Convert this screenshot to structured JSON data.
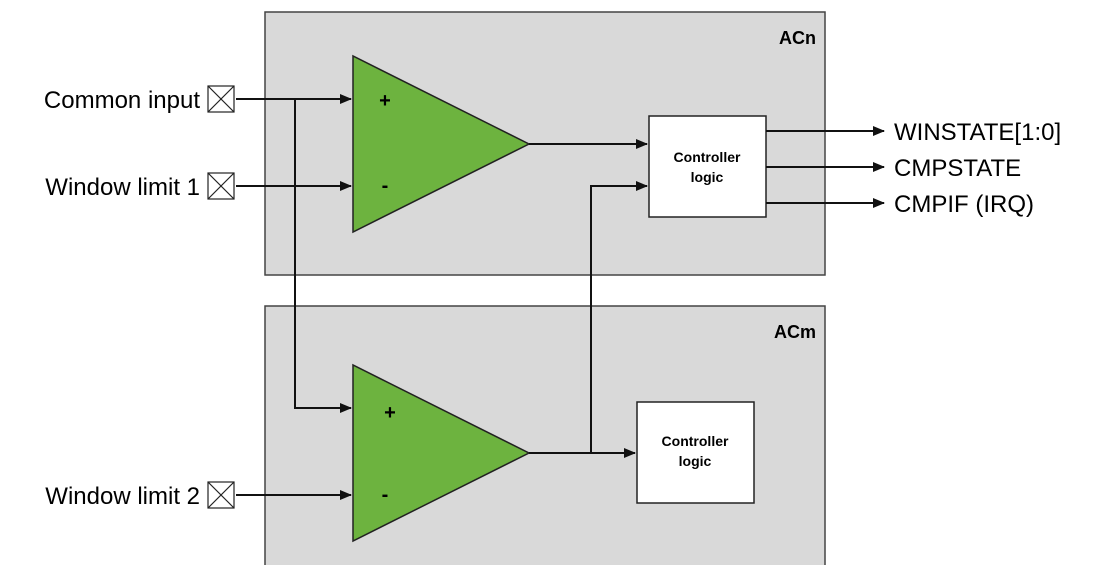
{
  "blocks": {
    "top": {
      "label": "ACn",
      "controller": [
        "Controller",
        "logic"
      ]
    },
    "bottom": {
      "label": "ACm",
      "controller": [
        "Controller",
        "logic"
      ]
    }
  },
  "inputs": {
    "common": "Common input",
    "limit1": "Window limit 1",
    "limit2": "Window limit 2"
  },
  "outputs": {
    "winstate": "WINSTATE[1:0]",
    "cmpstate": "CMPSTATE",
    "cmpif": "CMPIF (IRQ)"
  },
  "signs": {
    "plus": "+",
    "minus": "-"
  },
  "colors": {
    "comparator": "#6db33f",
    "block": "#d9d9d9",
    "controller": "#ffffff"
  }
}
